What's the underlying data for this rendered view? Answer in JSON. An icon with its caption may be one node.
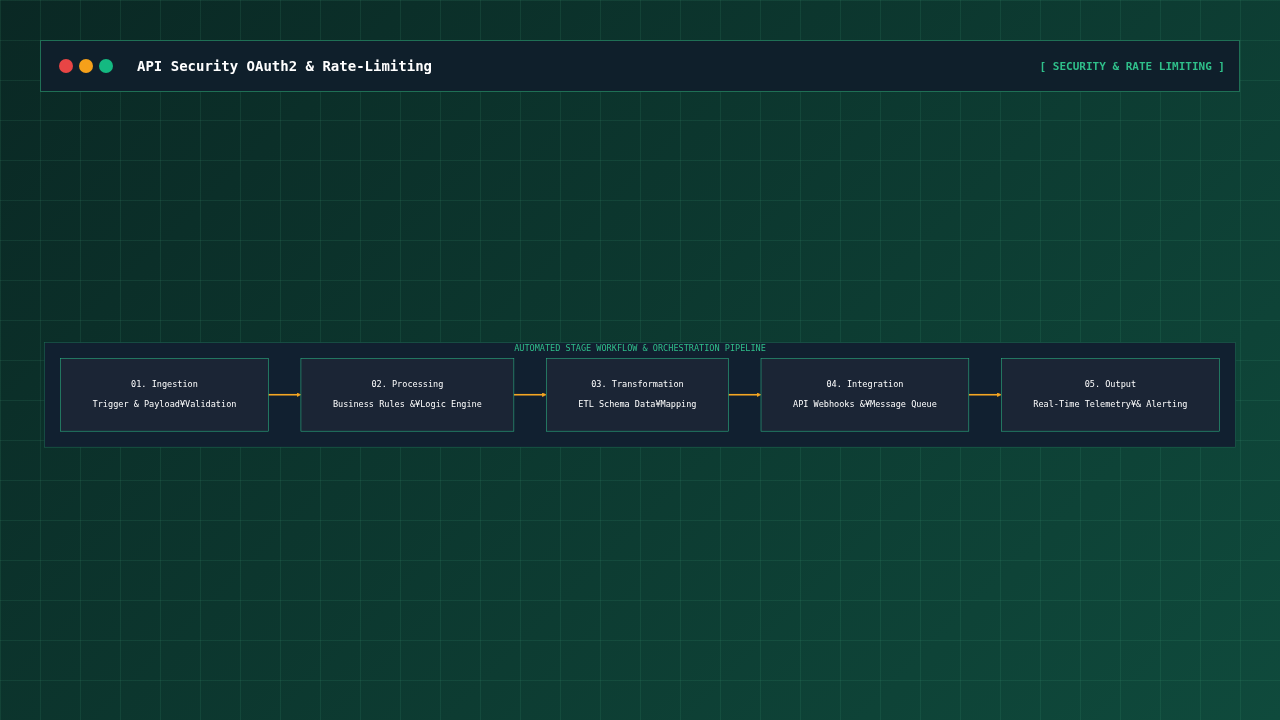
{
  "diagram": {
    "title": "API Security OAuth2 & Rate-Limiting",
    "nodes": [
      {
        "text": [
          "AUTOMATED STAGE WORKFLOW & ORCHESTRATION PIPELINE"
        ]
      },
      {
        "text": [
          "01. Ingestion",
          "Trigger & Payload¥Validation"
        ],
        "in": 0
      },
      {
        "text": [
          "02. Processing",
          "Business Rules &¥Logic Engine"
        ],
        "in": 0
      },
      {
        "text": [
          "03. Transformation",
          "ETL Schema Data¥Mapping"
        ],
        "in": 0
      },
      {
        "text": [
          "04. Integration",
          "API Webhooks &¥Message Queue"
        ],
        "in": 0
      },
      {
        "text": [
          "05. Output",
          "Real-Time Telemetry¥& Alerting"
        ],
        "in": 0
      }
    ],
    "edges": [
      {
        "from": 1,
        "to": 2,
        "arrow": "to"
      },
      {
        "from": 2,
        "to": 3,
        "arrow": "to"
      },
      {
        "from": 3,
        "to": 4,
        "arrow": "to"
      },
      {
        "from": 4,
        "to": 5,
        "arrow": "to"
      }
    ],
    "labels": [
      "[ SECURITY & RATE LIMITING ]"
    ]
  }
}
